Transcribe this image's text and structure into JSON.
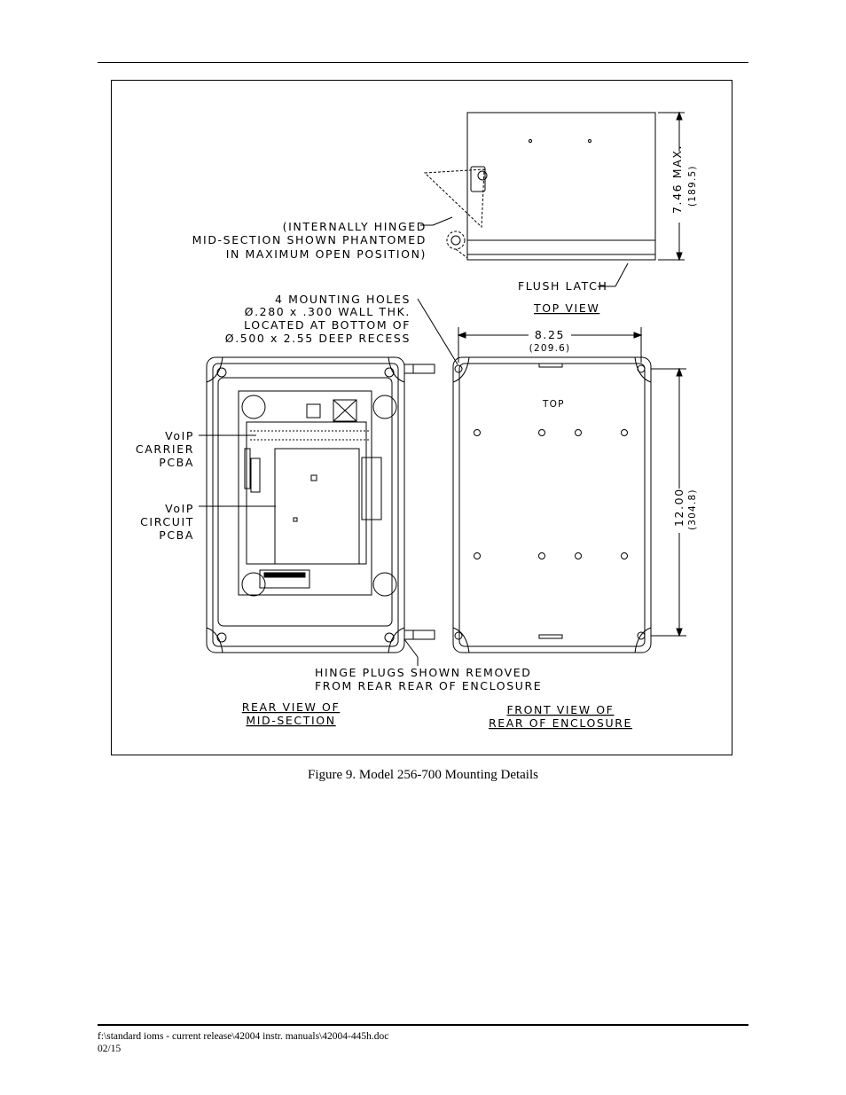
{
  "figure": {
    "caption": "Figure 9.  Model 256-700 Mounting Details",
    "labels": {
      "hinged_1": "(INTERNALLY HINGED",
      "hinged_2": "MID-SECTION SHOWN PHANTOMED",
      "hinged_3": "IN MAXIMUM OPEN POSITION)",
      "height_dim": "7.46 MAX.",
      "height_dim_mm": "(189.5)",
      "flush_latch": "FLUSH LATCH",
      "top_view": "TOP VIEW",
      "holes_1": "4 MOUNTING HOLES",
      "holes_2": "Ø.280 x .300 WALL THK.",
      "holes_3": "LOCATED AT BOTTOM OF",
      "holes_4": "Ø.500 x 2.55 DEEP RECESS",
      "width_dim": "8.25",
      "width_dim_mm": "(209.6)",
      "length_dim": "12.00",
      "length_dim_mm": "(304.8)",
      "top_mark": "TOP",
      "carrier_1": "VoIP",
      "carrier_2": "CARRIER",
      "carrier_3": "PCBA",
      "circuit_1": "VoIP",
      "circuit_2": "CIRCUIT",
      "circuit_3": "PCBA",
      "hinge_1": "HINGE PLUGS SHOWN REMOVED",
      "hinge_2": "FROM REAR REAR OF ENCLOSURE",
      "rear_view_1": "REAR VIEW OF",
      "rear_view_2": "MID-SECTION",
      "front_view_1": "FRONT VIEW OF",
      "front_view_2": "REAR OF ENCLOSURE"
    }
  },
  "footer": {
    "path": "f:\\standard ioms - current release\\42004 instr. manuals\\42004-445h.doc",
    "date": "02/15"
  }
}
